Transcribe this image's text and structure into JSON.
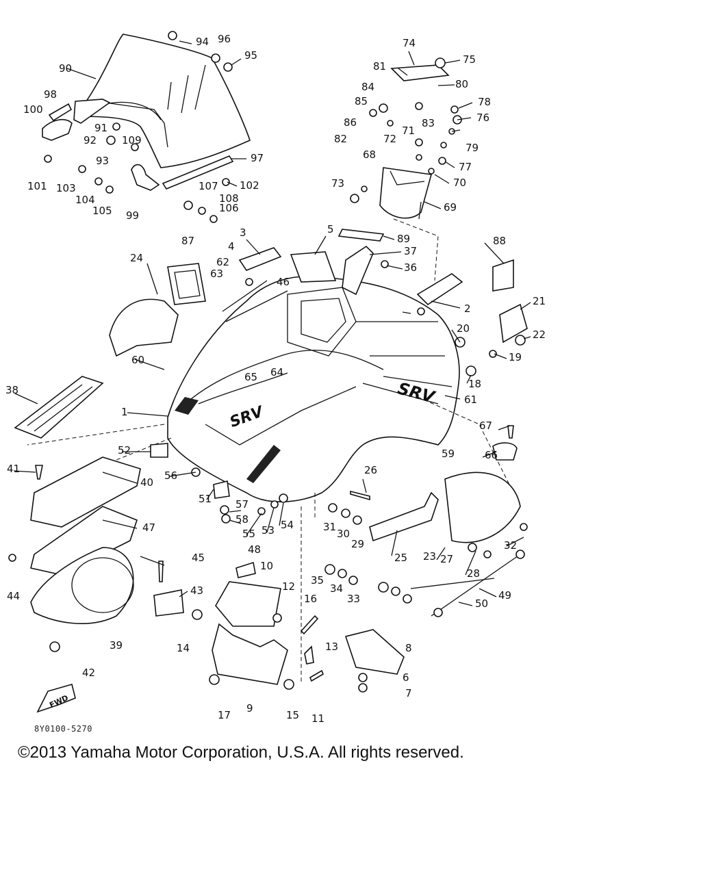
{
  "diagram": {
    "drawing_code": "8Y0100-5270",
    "copyright": "©2013 Yamaha Motor Corporation, U.S.A. All rights reserved.",
    "fwd_label": "FWD",
    "logo_text": "SRV",
    "callouts": [
      "1",
      "2",
      "3",
      "4",
      "5",
      "6",
      "7",
      "8",
      "9",
      "10",
      "11",
      "12",
      "13",
      "14",
      "15",
      "16",
      "17",
      "18",
      "19",
      "20",
      "21",
      "22",
      "23",
      "24",
      "25",
      "26",
      "27",
      "28",
      "29",
      "30",
      "31",
      "32",
      "33",
      "34",
      "35",
      "36",
      "37",
      "38",
      "39",
      "40",
      "41",
      "42",
      "43",
      "44",
      "45",
      "46",
      "47",
      "48",
      "49",
      "50",
      "51",
      "52",
      "53",
      "54",
      "55",
      "56",
      "57",
      "58",
      "59",
      "60",
      "61",
      "62",
      "63",
      "64",
      "65",
      "66",
      "67",
      "68",
      "69",
      "70",
      "71",
      "72",
      "73",
      "74",
      "75",
      "76",
      "77",
      "78",
      "79",
      "80",
      "81",
      "82",
      "83",
      "84",
      "85",
      "86",
      "87",
      "88",
      "89",
      "90",
      "91",
      "92",
      "93",
      "94",
      "95",
      "96",
      "97",
      "98",
      "99",
      "100",
      "101",
      "102",
      "103",
      "104",
      "105",
      "106",
      "107",
      "108",
      "109"
    ]
  }
}
